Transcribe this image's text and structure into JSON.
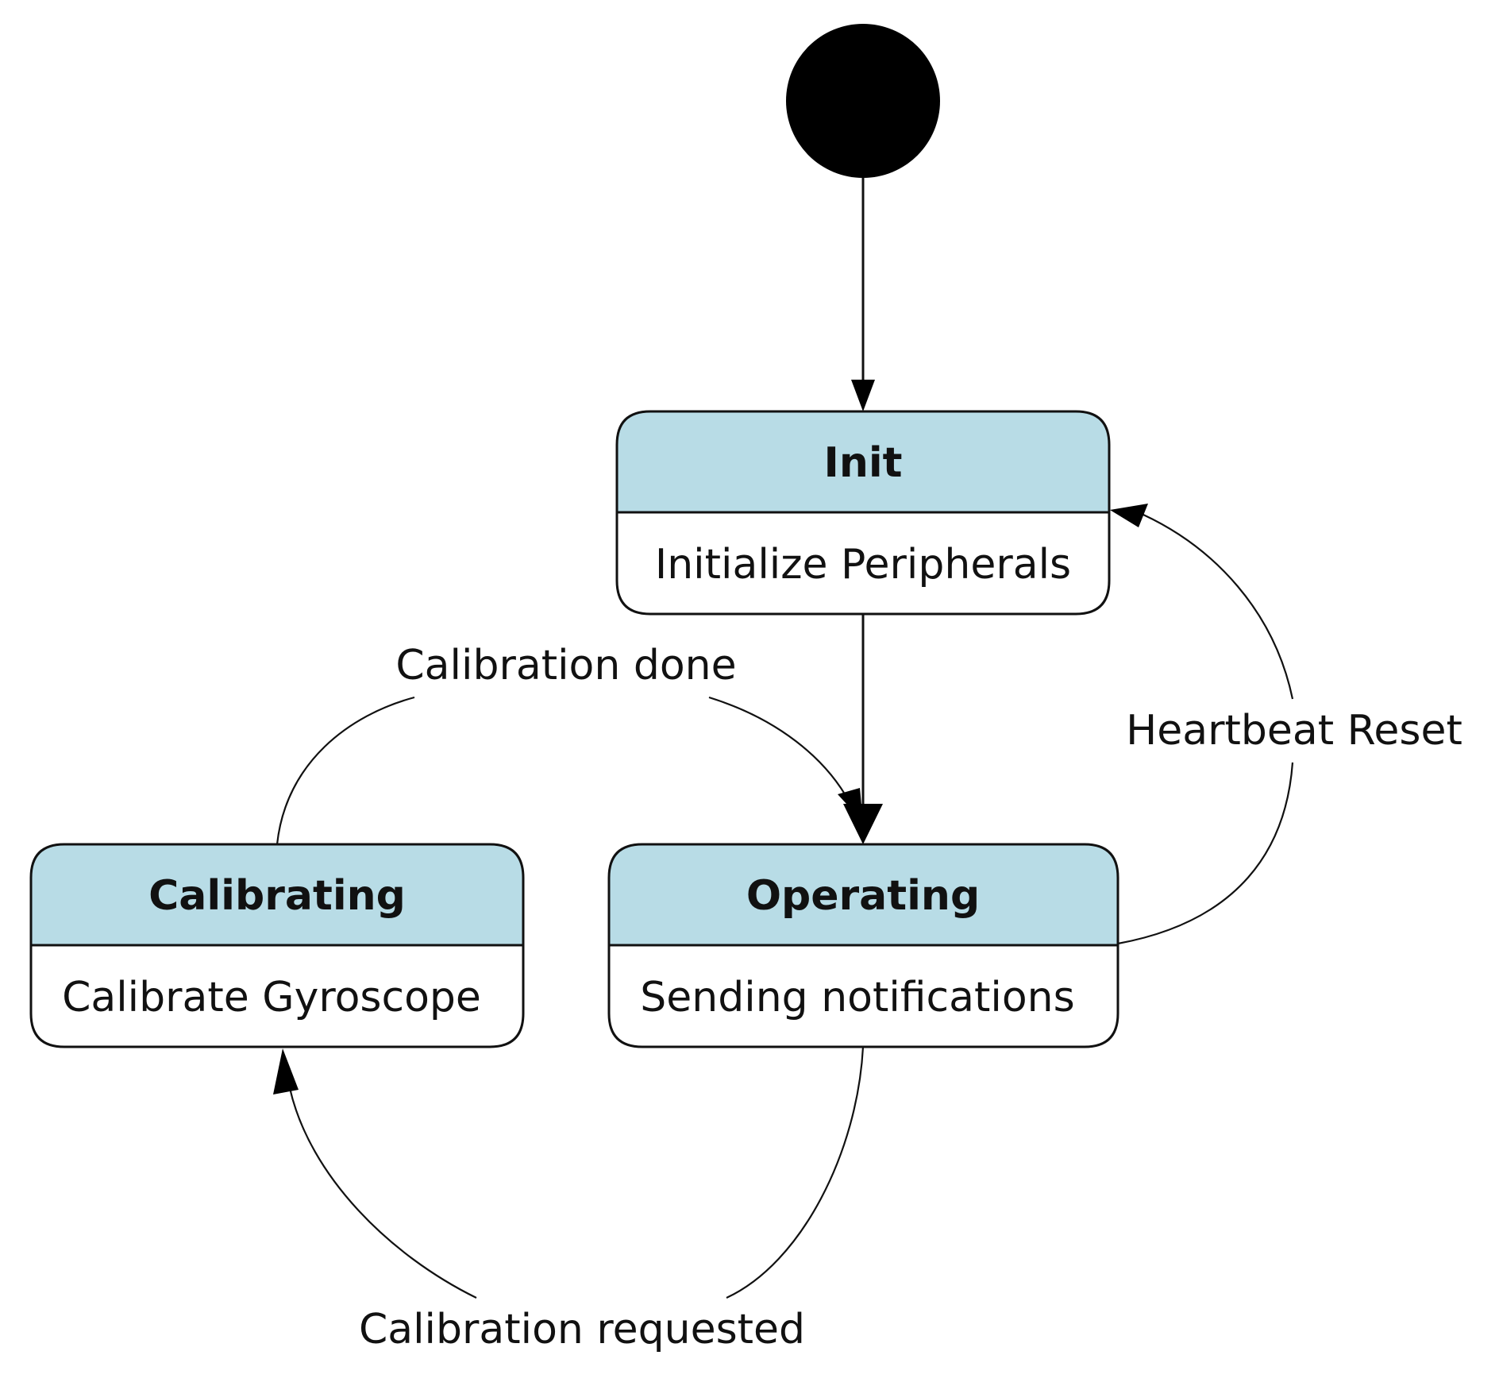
{
  "colors": {
    "state_header_fill": "#b8dce6",
    "state_body_fill": "#ffffff",
    "outline": "#111111",
    "initial_node": "#000000"
  },
  "initial_node": {
    "shape": "filled-circle"
  },
  "states": {
    "init": {
      "title": "Init",
      "activity": "Initialize Peripherals"
    },
    "calibrating": {
      "title": "Calibrating",
      "activity": "Calibrate Gyroscope"
    },
    "operating": {
      "title": "Operating",
      "activity": "Sending notifications"
    }
  },
  "transitions": {
    "start_to_init": {
      "from": "initial",
      "to": "Init",
      "label": ""
    },
    "init_to_operating": {
      "from": "Init",
      "to": "Operating",
      "label": ""
    },
    "calibrating_to_operating": {
      "from": "Calibrating",
      "to": "Operating",
      "label": "Calibration done"
    },
    "operating_to_init": {
      "from": "Operating",
      "to": "Init",
      "label": "Heartbeat Reset"
    },
    "operating_to_calibrating": {
      "from": "Operating",
      "to": "Calibrating",
      "label": "Calibration requested"
    }
  }
}
